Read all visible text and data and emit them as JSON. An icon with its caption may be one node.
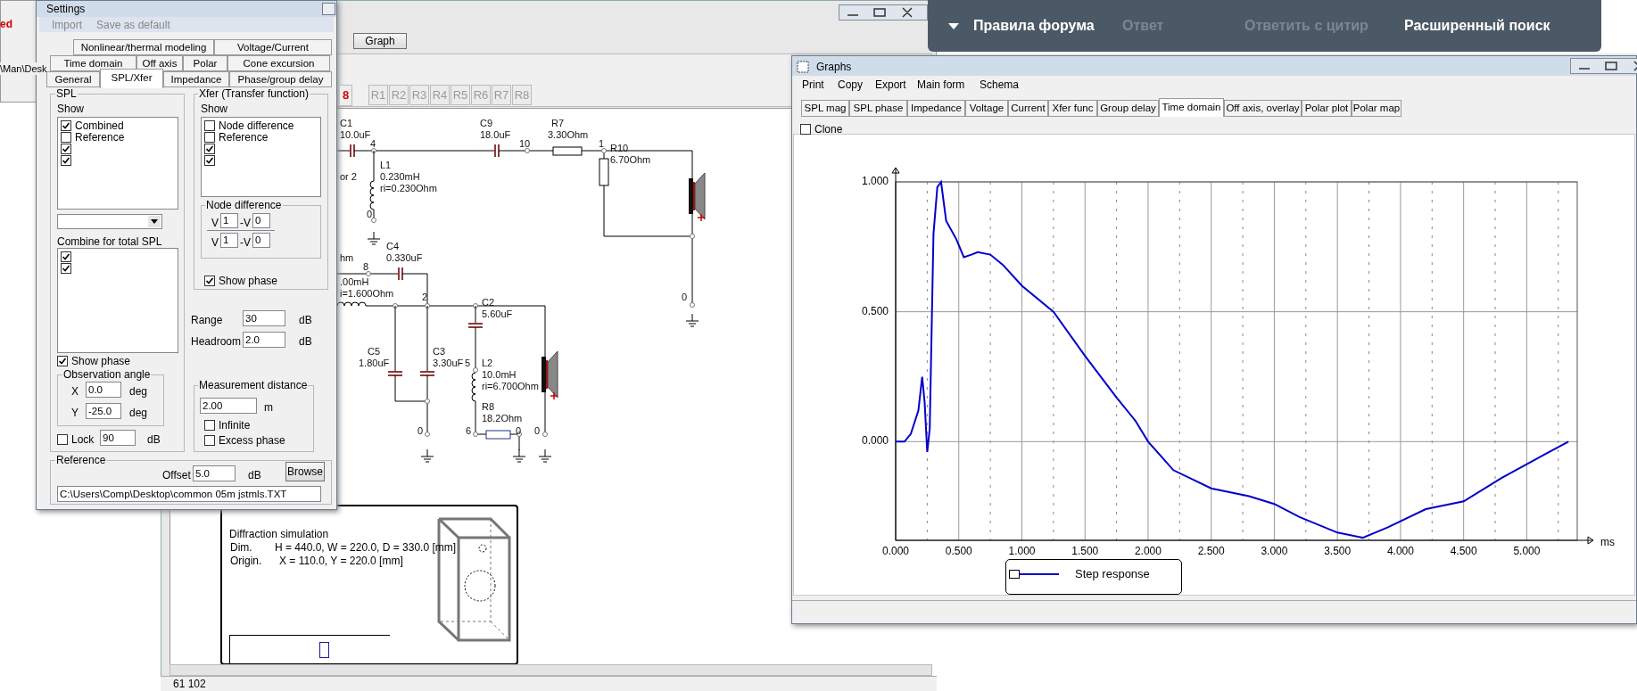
{
  "diagram": {
    "labels": [
      "ed",
      "\\Man\\Desk",
      "Settings",
      "Import",
      "Save as default",
      "Nonlinear/thermal modeling",
      "Voltage/Current",
      "Time domain",
      "Off axis",
      "Polar",
      "Cone excursion",
      "General",
      "SPL/Xfer",
      "Impedance",
      "Phase/group delay",
      "Graph",
      "SPL",
      "Xfer (Transfer function)",
      "8",
      "R1",
      "R2",
      "R3",
      "R4",
      "R5",
      "R6",
      "R7",
      "R8",
      "Show",
      "Show",
      "Combined",
      "Node difference",
      "Reference",
      "Reference",
      "Node difference",
      "V",
      "1",
      "-V",
      "0",
      "Combine for total SPL",
      "V",
      "1",
      "-V",
      "0",
      "Show phase",
      "Range",
      "30",
      "dB",
      "Headroom",
      "2.0",
      "dB",
      "Show phase",
      "Observation angle",
      "Measurement distance",
      "X",
      "0.0",
      "deg",
      "2.00",
      "m",
      "Y",
      "-25.0",
      "deg",
      "Infinite",
      "Lock",
      "90",
      "dB",
      "Excess phase",
      "Reference",
      "Offset",
      "5.0",
      "dB",
      "Browse",
      "C:\\Users\\Comp\\Desktop\\common 05m jstmls.TXT",
      "C1",
      "10.0uF",
      "4",
      "or 2",
      "L1",
      "0.230mH",
      "ri=0.230Ohm",
      "0",
      "C9",
      "18.0uF",
      "10",
      "R7",
      "3.30Ohm",
      "1",
      "R10",
      "6.70Ohm",
      "0",
      "hm",
      "8",
      "C4",
      "0.330uF",
      ".00mH",
      "i=1.600Ohm",
      "2",
      "C2",
      "5.60uF",
      "C5",
      "1.80uF",
      "C3",
      "3.30uF",
      "5",
      "L2",
      "10.0mH",
      "ri=6.700Ohm",
      "R8",
      "18.2Ohm",
      "0",
      "6",
      "0",
      "0",
      "Diffraction simulation",
      "Dim.",
      "H = 440.0, W = 220.0, D = 330.0 [mm]",
      "Origin.",
      "X = 110.0, Y = 220.0 [mm]",
      "61 102",
      "Правила форума",
      "Ответ",
      "Ответить с цитир",
      "Расширенный поиск",
      "Graphs",
      "Print",
      "Copy",
      "Export",
      "Main form",
      "Schema",
      "SPL mag",
      "SPL phase",
      "Impedance",
      "Voltage",
      "Current",
      "Xfer func",
      "Group delay",
      "Time domain",
      "Off axis, overlay",
      "Polar plot",
      "Polar map",
      "Clone"
    ],
    "legend": [
      {
        "text": "Step response"
      }
    ],
    "chart_data": {
      "type": "line",
      "xlabel": "ms",
      "grid": true,
      "x": [
        0,
        0.07,
        0.12,
        0.18,
        0.21,
        0.23,
        0.25,
        0.27,
        0.3,
        0.33,
        0.36,
        0.4,
        0.48,
        0.54,
        0.6,
        0.65,
        0.75,
        0.85,
        1.0,
        1.25,
        1.5,
        1.75,
        1.9,
        2.0,
        2.2,
        2.5,
        2.8,
        3.0,
        3.2,
        3.5,
        3.7,
        3.9,
        4.2,
        4.5,
        4.8,
        5.1,
        5.33
      ],
      "series": [
        {
          "color": "#0000cc",
          "values": [
            0,
            0,
            0.03,
            0.12,
            0.25,
            0.15,
            -0.04,
            0.05,
            0.8,
            0.98,
            1.0,
            0.85,
            0.78,
            0.71,
            0.72,
            0.73,
            0.72,
            0.68,
            0.6,
            0.5,
            0.33,
            0.17,
            0.08,
            0,
            -0.11,
            -0.18,
            -0.21,
            -0.24,
            -0.29,
            -0.35,
            -0.37,
            -0.33,
            -0.26,
            -0.23,
            -0.14,
            -0.06,
            0
          ]
        }
      ],
      "xlim": [
        0,
        5.4
      ],
      "ylim": [
        -0.38,
        1.0
      ],
      "xticks": [
        {
          "value": 0,
          "label": "0.000"
        },
        {
          "value": 0.5,
          "label": "0.500"
        },
        {
          "value": 1,
          "label": "1.000"
        },
        {
          "value": 1.5,
          "label": "1.500"
        },
        {
          "value": 2,
          "label": "2.000"
        },
        {
          "value": 2.5,
          "label": "2.500"
        },
        {
          "value": 3,
          "label": "3.000"
        },
        {
          "value": 3.5,
          "label": "3.500"
        },
        {
          "value": 4,
          "label": "4.000"
        },
        {
          "value": 4.5,
          "label": "4.500"
        },
        {
          "value": 5,
          "label": "5.000"
        }
      ],
      "yticks": [
        {
          "value": 0,
          "label": "0.000"
        },
        {
          "value": 0.5,
          "label": "0.500"
        },
        {
          "value": 1,
          "label": "1.000"
        }
      ]
    }
  }
}
